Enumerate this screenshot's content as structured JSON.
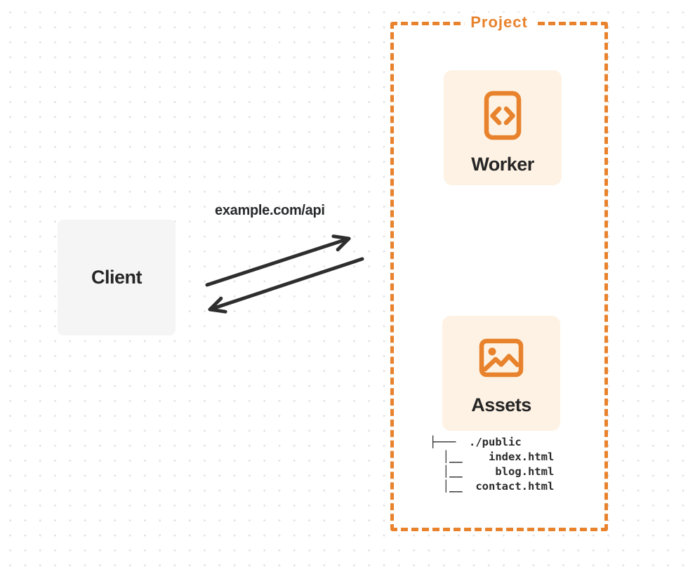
{
  "diagram": {
    "client": {
      "label": "Client"
    },
    "request": {
      "label": "example.com/api"
    },
    "project": {
      "label": "Project",
      "worker": {
        "label": "Worker",
        "icon": "code-icon"
      },
      "assets": {
        "label": "Assets",
        "icon": "image-icon"
      },
      "file_tree": {
        "lines": [
          "├───  ./public",
          "  │__    index.html",
          "  │__     blog.html",
          "  │__  contact.html"
        ]
      }
    },
    "colors": {
      "accent_orange": "#e8822c",
      "node_fill": "#fdf2e3",
      "client_fill": "#f5f5f6",
      "arrow": "#2e2e2e",
      "text": "#262626",
      "dot_grid": "#e2e3e6"
    }
  }
}
